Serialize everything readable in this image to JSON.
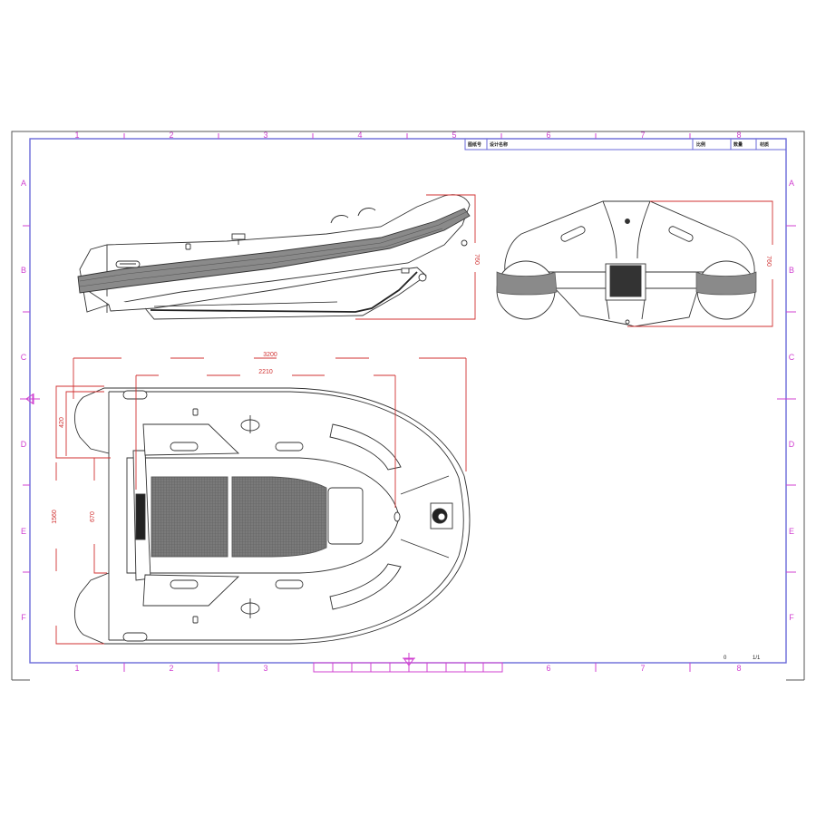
{
  "drawing": {
    "title": "Inflatable boat general arrangement drawing",
    "views": [
      "side-view",
      "stern-view",
      "top-view"
    ],
    "colors": {
      "outer_frame": "#555555",
      "inner_border": "#6a6ad8",
      "zone_markers": "#d040d0",
      "dimension_lines": "#d03030",
      "hull_outline": "#333333",
      "rub_strake": "#8a8a8a",
      "floor_mesh": "#6e6e6e",
      "hull_fill": "#ffffff"
    }
  },
  "grid": {
    "columns": [
      "1",
      "2",
      "3",
      "4",
      "5",
      "6",
      "7",
      "8"
    ],
    "rows": [
      "A",
      "B",
      "C",
      "D",
      "E",
      "F"
    ]
  },
  "title_block": {
    "cells": [
      "图纸号",
      "设计名称",
      "比例",
      "数量",
      "材质"
    ]
  },
  "dimensions": {
    "side_height": "760",
    "stern_height": "760",
    "overall_length": "3200",
    "inner_length": "2210",
    "tube_diameter": "420",
    "overall_beam": "1560",
    "inner_beam": "670"
  },
  "sheet": {
    "revision": "0",
    "page": "1/1"
  }
}
